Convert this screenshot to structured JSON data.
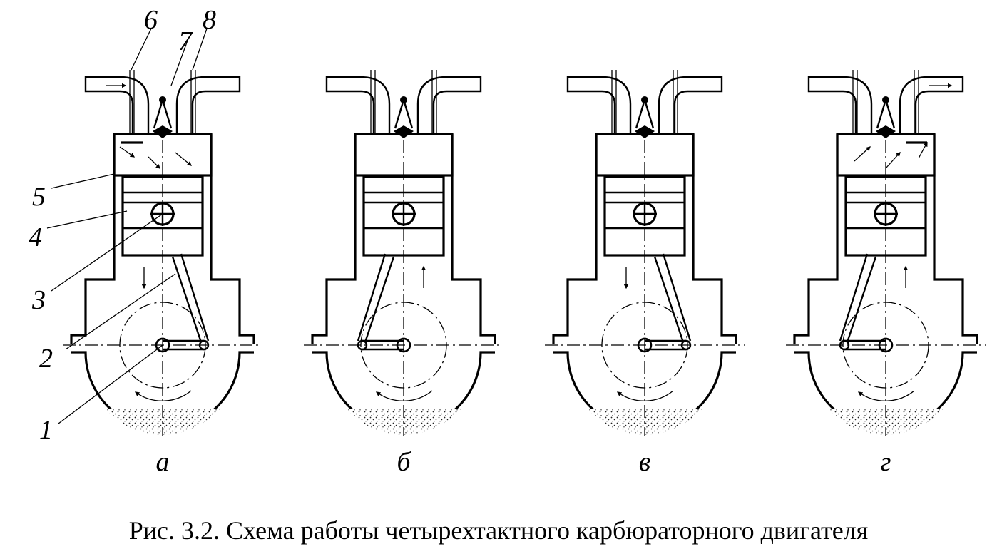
{
  "figure": {
    "caption": "Рис. 3.2. Схема работы четырехтактного карбюраторного двигателя",
    "callouts": [
      "1",
      "2",
      "3",
      "4",
      "5",
      "6",
      "7",
      "8"
    ],
    "panels": [
      {
        "label": "а",
        "piston": "top",
        "crank": "right",
        "piston_arrow": "down",
        "intake_open": true,
        "exhaust_open": false
      },
      {
        "label": "б",
        "piston": "top",
        "crank": "left",
        "piston_arrow": "up",
        "intake_open": false,
        "exhaust_open": false
      },
      {
        "label": "в",
        "piston": "top",
        "crank": "right",
        "piston_arrow": "down",
        "intake_open": false,
        "exhaust_open": false
      },
      {
        "label": "г",
        "piston": "top",
        "crank": "left",
        "piston_arrow": "up",
        "intake_open": false,
        "exhaust_open": true
      }
    ]
  }
}
